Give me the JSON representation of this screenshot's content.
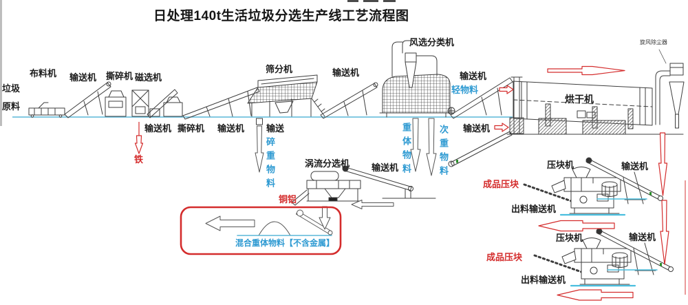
{
  "title": "日处理140t生活垃圾分选生产线工艺流程图",
  "stages": {
    "raw_material": "垃圾原料",
    "feeder": "布料机",
    "conveyor": "输送机",
    "conveyor_short": "输送",
    "shredder": "撕碎机",
    "magnetic_separator": "磁选机",
    "screener": "筛分机",
    "air_classifier": "风选分类机",
    "dryer": "烘干机",
    "cyclone_dust_collector": "旋风除尘器",
    "eddy_current_separator": "涡流分选机",
    "briquetter": "压块机",
    "discharge_conveyor": "出料输送机"
  },
  "outputs": {
    "iron": "铁",
    "light_material": "轻物料",
    "crushed_heavy_material": "碎重物料",
    "heavy_material": "重体物料",
    "secondary_heavy_material": "次重物料",
    "copper_aluminum": "铜铝",
    "mixed_heavy_material": "混合重体物料【不含金属】",
    "finished_briquette": "成品压块"
  },
  "colors": {
    "material_blue": "#2e9ad2",
    "highlight_red": "#d42c2c",
    "baseline_cyan": "#5ab7d8"
  }
}
